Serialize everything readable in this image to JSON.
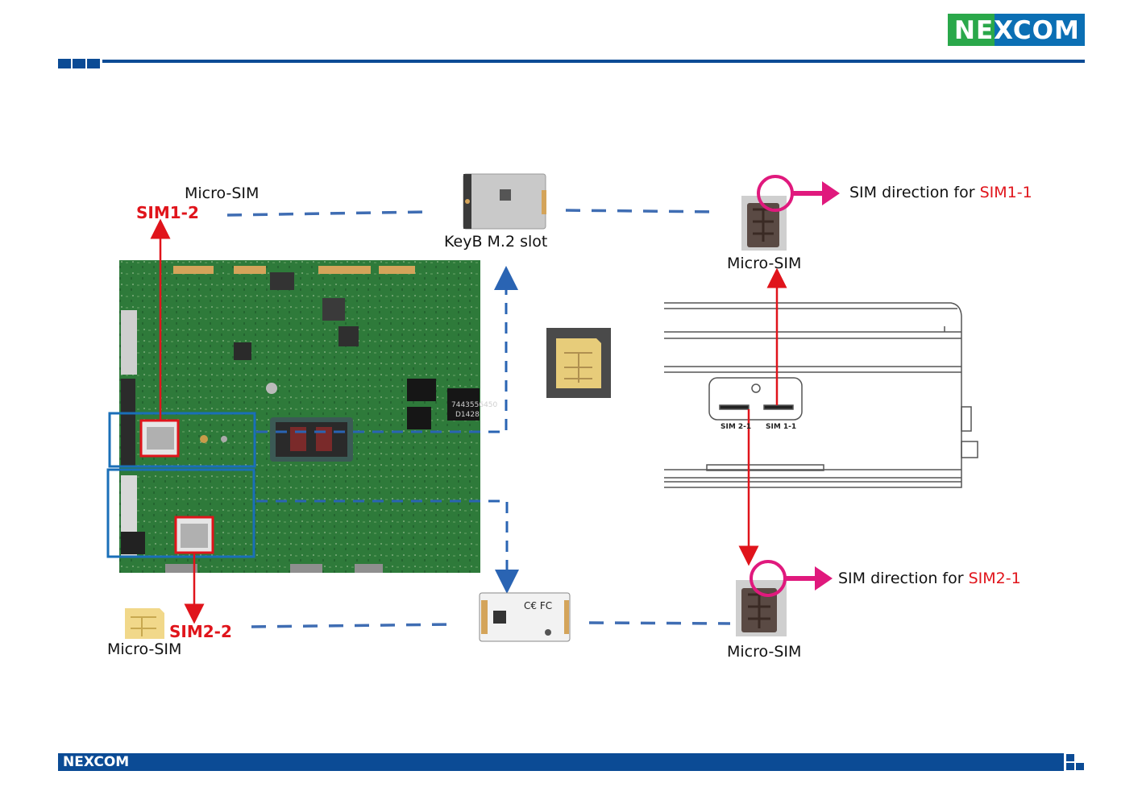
{
  "brand": {
    "logo_text": "NEXCOM",
    "footer_logo_text": "NEXCOM"
  },
  "labels": {
    "micro_sim_top_left": "Micro-SIM",
    "sim1_2": "SIM1-2",
    "keyb_slot": "KeyB M.2 slot",
    "sim_dir_prefix_1": "SIM direction for ",
    "sim1_1": "SIM1-1",
    "micro_sim_top_right": "Micro-SIM",
    "sim_dir_prefix_2": "SIM direction for ",
    "sim2_1": "SIM2-1",
    "micro_sim_bottom_right": "Micro-SIM",
    "sim2_2": "SIM2-2",
    "micro_sim_bottom_left": "Micro-SIM",
    "chassis_slot_left": "SIM 2-1",
    "chassis_slot_right": "SIM 1-1"
  },
  "colors": {
    "brand_blue": "#0b4b95",
    "logo_blue": "#0b6fb4",
    "logo_green": "#2aa84a",
    "callout_red": "#e0141b",
    "dash_blue": "#3f6db3",
    "magenta": "#e0197d",
    "board_green": "#2f7a3a"
  }
}
